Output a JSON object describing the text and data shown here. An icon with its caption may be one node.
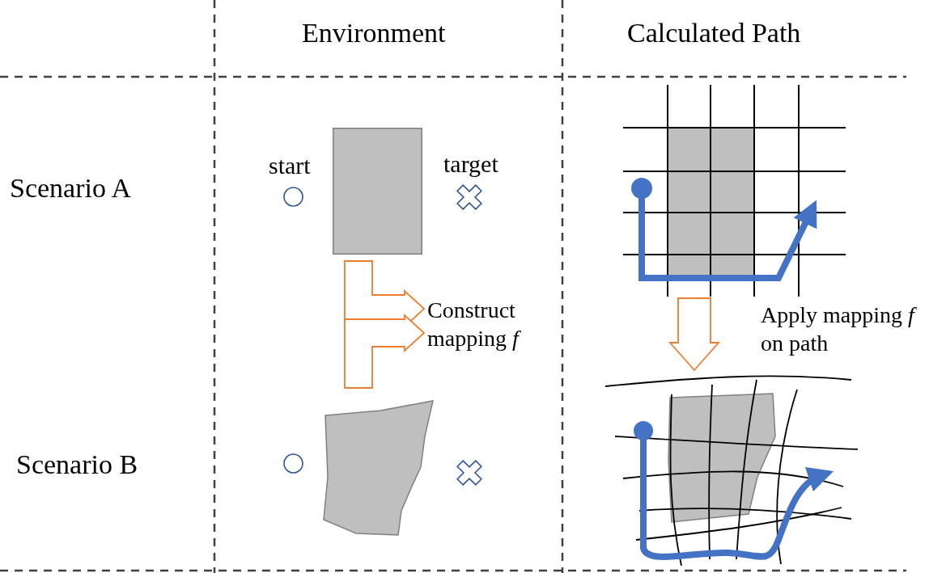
{
  "diagram": {
    "nodes": [
      {
        "text": [],
        "shape": "box"
      },
      {
        "text": [],
        "shape": "circle",
        "beside": [
          "start"
        ]
      },
      {
        "text": [],
        "shape": "cross",
        "beside": [
          "target"
        ]
      },
      {
        "text": [
          "Construct mapping *f*"
        ]
      },
      {
        "text": [],
        "shape": "blob"
      },
      {
        "text": [],
        "shape": "circle"
      },
      {
        "text": [],
        "shape": "cross"
      },
      {
        "text": [],
        "shape": "picture"
      },
      {
        "text": [],
        "shape": "picture"
      }
    ],
    "edges": [
      {
        "from": 0,
        "to": 3,
        "arrow": "to"
      },
      {
        "from": 4,
        "to": 3,
        "arrow": "to"
      },
      {
        "from": 7,
        "to": 8,
        "arrow": "to",
        "label": "Apply mapping *f* on path"
      }
    ],
    "labels": [
      "Environment",
      "Calculated Path",
      "Scenario A",
      "Scenario B"
    ]
  }
}
